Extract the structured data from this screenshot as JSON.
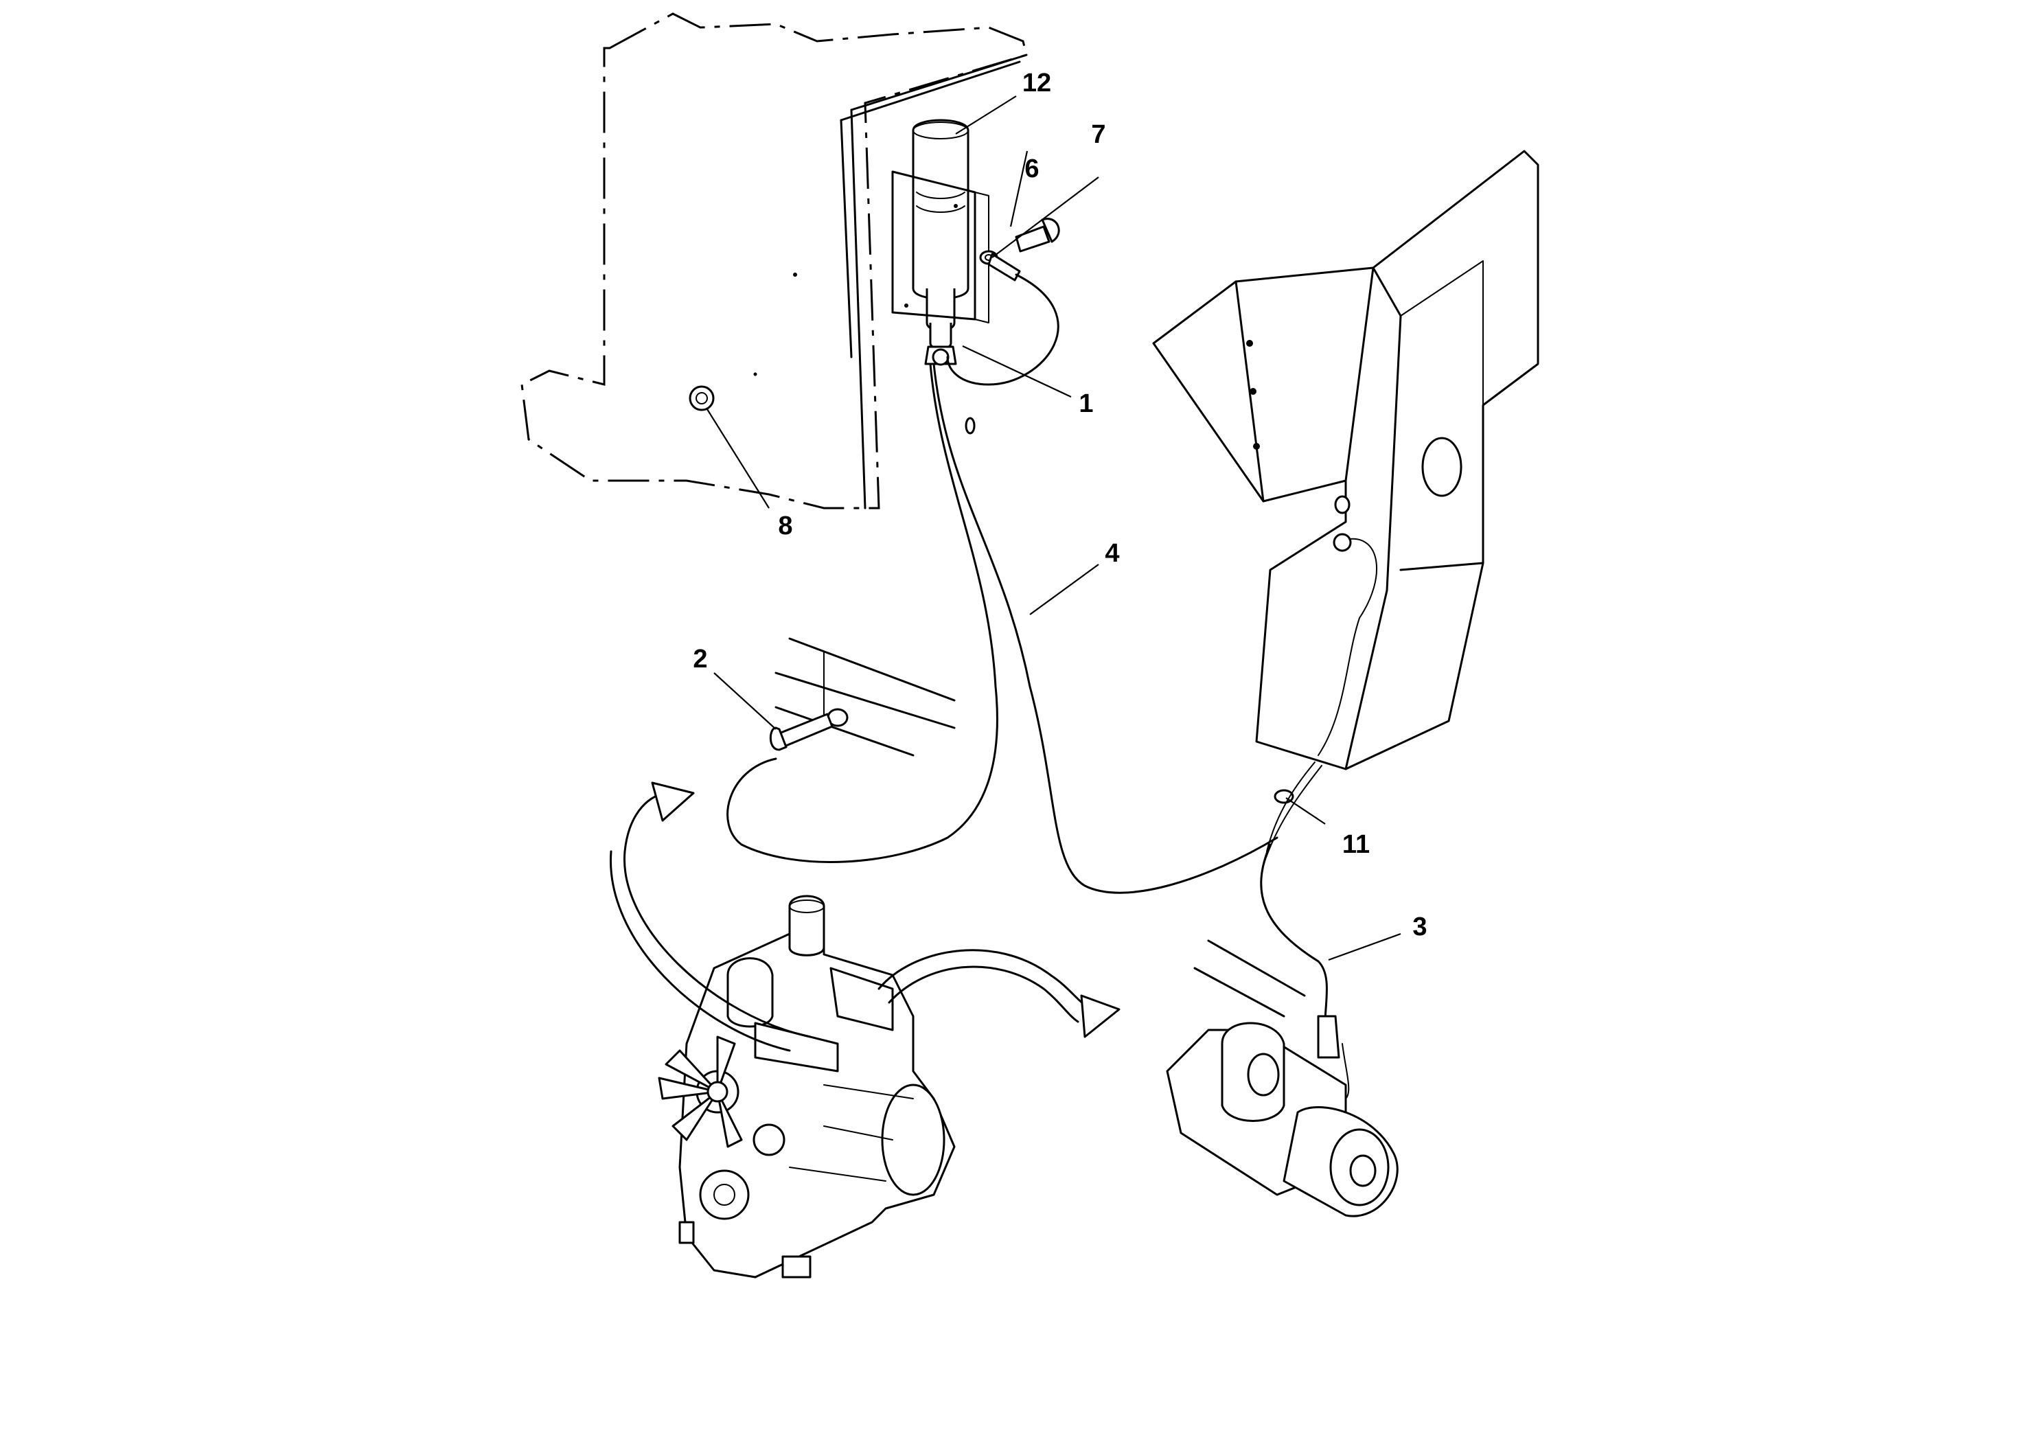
{
  "callouts": [
    {
      "id": "12",
      "label": "12"
    },
    {
      "id": "7",
      "label": "7"
    },
    {
      "id": "6",
      "label": "6"
    },
    {
      "id": "1",
      "label": "1"
    },
    {
      "id": "8",
      "label": "8"
    },
    {
      "id": "4",
      "label": "4"
    },
    {
      "id": "2",
      "label": "2"
    },
    {
      "id": "11",
      "label": "11"
    },
    {
      "id": "3",
      "label": "3"
    }
  ]
}
